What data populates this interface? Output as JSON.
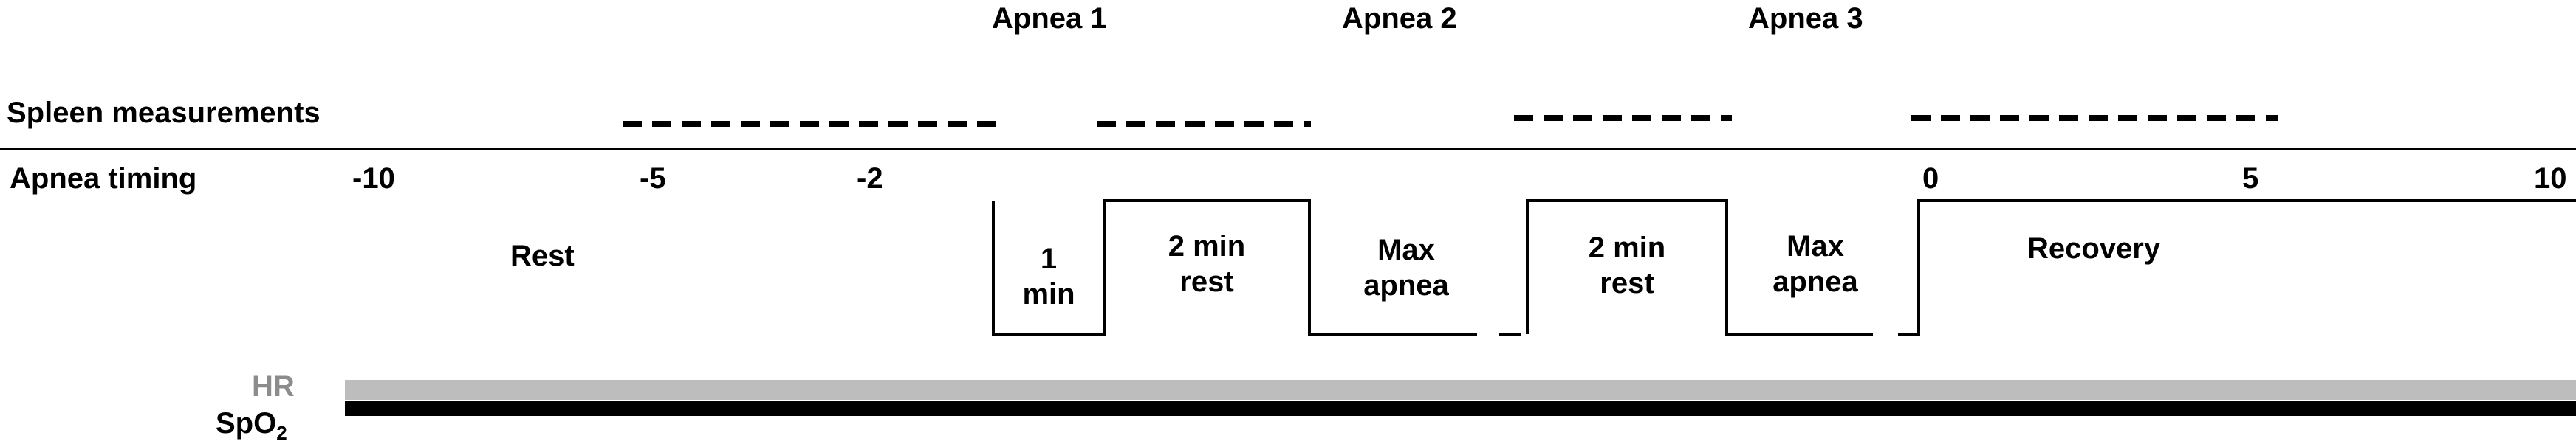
{
  "header_labels": {
    "apnea1": "Apnea 1",
    "apnea2": "Apnea 2",
    "apnea3": "Apnea 3"
  },
  "rows": {
    "spleen_measurements": "Spleen measurements",
    "apnea_timing": "Apnea timing"
  },
  "timing_ticks": [
    "-10",
    "-5",
    "-2",
    "0",
    "5",
    "10"
  ],
  "phases": {
    "rest": "Rest",
    "apnea_1min_line1": "1",
    "apnea_1min_line2": "min",
    "rest2_a_line1": "2 min",
    "rest2_a_line2": "rest",
    "max_apnea_a_line1": "Max",
    "max_apnea_a_line2": "apnea",
    "rest2_b_line1": "2 min",
    "rest2_b_line2": "rest",
    "max_apnea_b_line1": "Max",
    "max_apnea_b_line2": "apnea",
    "recovery": "Recovery"
  },
  "bars": {
    "hr_label": "HR",
    "spo2_label": "SpO",
    "spo2_subscript": "2"
  },
  "colors": {
    "hr": "#bdbdbd",
    "spo2": "#000000",
    "hr_label": "#8c8c8c"
  }
}
